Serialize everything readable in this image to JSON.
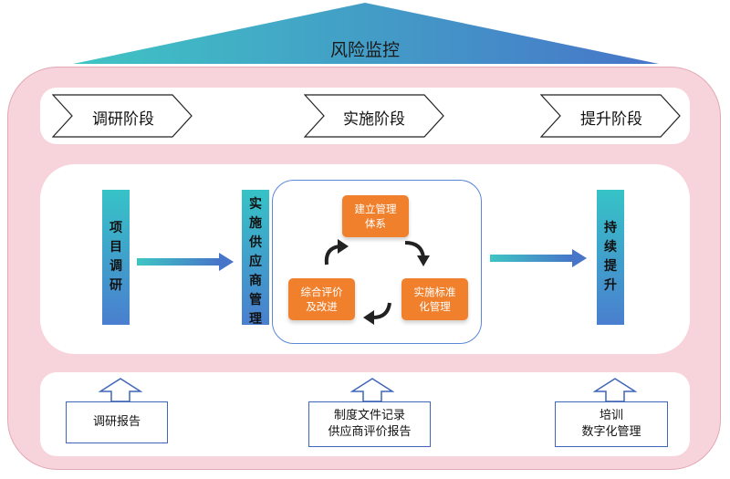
{
  "title": "风险监控",
  "stages": [
    "调研阶段",
    "实施阶段",
    "提升阶段"
  ],
  "middle": {
    "left_bar": [
      "项",
      "目",
      "调",
      "研"
    ],
    "center_bar": [
      "实",
      "施",
      "供",
      "应",
      "商",
      "管",
      "理"
    ],
    "right_bar": [
      "持",
      "续",
      "提",
      "升"
    ],
    "cycle": {
      "top_line1": "建立管理",
      "top_line2": "体系",
      "right_line1": "实施标准",
      "right_line2": "化管理",
      "left_line1": "综合评价",
      "left_line2": "及改进"
    }
  },
  "outputs": {
    "left": {
      "line1": "调研报告"
    },
    "center": {
      "line1": "制度文件记录",
      "line2": "供应商评价报告"
    },
    "right": {
      "line1": "培训",
      "line2": "数字化管理"
    }
  },
  "colors": {
    "roof_start": "#3fc5c4",
    "roof_end": "#4775c9",
    "outer_fill": "#f7d3db",
    "orange": "#f0802c",
    "bar_top": "#36c3c7",
    "bar_bottom": "#4a7fcf",
    "doc_border": "#3f66b8"
  }
}
